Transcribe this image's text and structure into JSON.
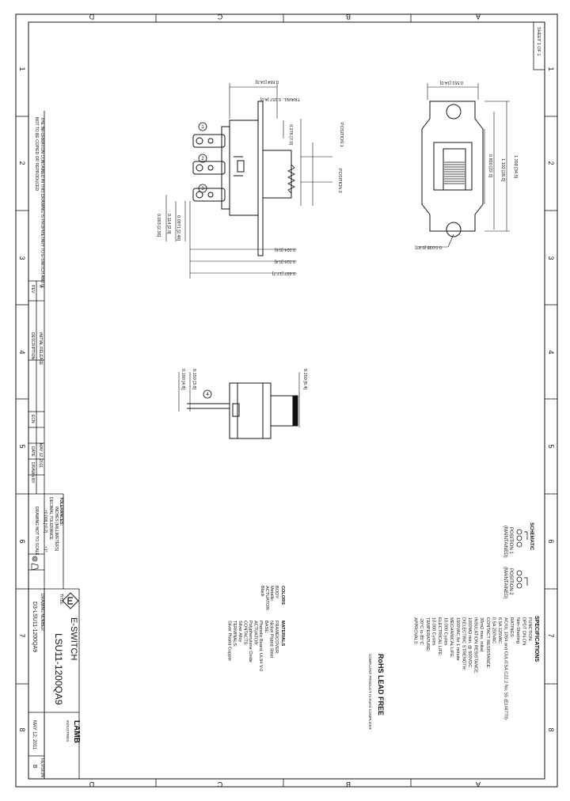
{
  "zones_letters": [
    "D",
    "C",
    "B",
    "A"
  ],
  "zones_numbers": [
    "1",
    "2",
    "3",
    "4",
    "5",
    "6",
    "7",
    "8"
  ],
  "sheet": "SHEET 1 OF 1",
  "dims": {
    "top_width": "0.554 [14.0]",
    "travel": "TRAVEL: 0.157 [4.0]",
    "d1": "0.276 [7.0]",
    "d2": "0.0971 [2.46]",
    "d3": "0.114 [2.9]",
    "d4": "0.093 [2.36]",
    "d5": "0.024 [0.6]",
    "d6": "0.016 [0.4]",
    "d7": "0.697 [17.7]",
    "body_width": "0.551 [14.0]",
    "len1": "1.358 [34.5]",
    "len2": "1.102 [28.0]",
    "len3": "0.850 [22.0]",
    "hole": "0 0.038 [0.92]",
    "side1": "0.250 [6.4]",
    "side2": "0.190 [4.8]",
    "side3": "0.150 [3.8]"
  },
  "labels": {
    "pos1": "POSITION 1",
    "pos2": "POSITION 2"
  },
  "schematic": {
    "title": "SCHEMATIC",
    "left": [
      "POSITION 1",
      "(MAINTAINED)"
    ],
    "right": [
      "POSITION 2",
      "(MAINTAINED)"
    ]
  },
  "specifications": {
    "title": "SPECIFICATIONS",
    "lines": [
      "FUNCTION:",
      "DPDT ON-ON",
      "Non-Shorting",
      "RATINGS:",
      "AC/UL 1054 and CUL/CSA C22.2 No. 55 (E146770)",
      "6.5A 125VAC",
      "0.5A 250VAC",
      "CONTACT RESISTANCE:",
      "30mΩ max. initial",
      "INSULATION RESISTANCE:",
      "1000MΩ min. @ 500VDC",
      "DIELECTRIC STRENGTH:",
      "1500VAC for 1 minute",
      "MECHANICAL LIFE:",
      "10,000 Cycles",
      "ELECTRICAL LIFE:",
      "10,000 Cycles",
      "TEMPERATURE:",
      "-20°C to 85°C",
      "APPROVALS:"
    ],
    "rohs": "RoHS LEAD FREE",
    "rohs_sub": "COMPLIANT         PRODUCT IS RoHS COMPLIANT"
  },
  "colors_block": {
    "title": "COLORS",
    "lines": [
      "BODY:",
      "Metallic",
      "ACTUATOR:",
      "Black"
    ]
  },
  "materials": {
    "title": "MATERIALS",
    "lines": [
      "FRAME/COVER:",
      "Nickel Plated Steel",
      "BASE:",
      "Phenolic Board, UL94 V-0",
      "ACTUATOR:",
      "Polyphenylene Oxide",
      "CONTACTS:",
      "Silver Alloy",
      "TERMINALS:",
      "Silver Plated Copper"
    ]
  },
  "notice": [
    "THE INFORMATION CONTAINED IN THIS DRAWING IS PROPRIETARY TO E-SWITCH AND IS",
    "NOT TO BE COPIED OR REPRODUCED"
  ],
  "revision": {
    "rev_label": "REV",
    "desc_label": "DESCRIPTION",
    "rev": "A",
    "desc": "INITIAL RELEASE",
    "date_label": "DATE",
    "drawn_label": "DRAWN BY",
    "date": "MAY 12, 2011",
    "ecn_label": "ECN"
  },
  "tolerances": {
    "title": "TOLERANCES:",
    "units": "INCHES [MILLIMETERS]",
    "decimal": "DECIMAL TOLERANCE",
    "x1": "±0.008 [±0.2]",
    "ang": "±1°",
    "scale": "DRAWING NOT TO SCALE"
  },
  "title_block": {
    "brand": "E-SWITCH",
    "lamb": "LAMB",
    "lamb_sub": "INDUSTRIES",
    "part": "LSU11-1200QA9",
    "desc_label": "TITLE:",
    "drawing_label": "DRAWING NUMBER",
    "drawing_no": "D3-LSU11-1200QA9",
    "date_value": "MAY 12, 2011",
    "rev_label": "REVISION",
    "rev_value": "B"
  },
  "pin_labels": [
    "1",
    "2",
    "3",
    "4"
  ]
}
